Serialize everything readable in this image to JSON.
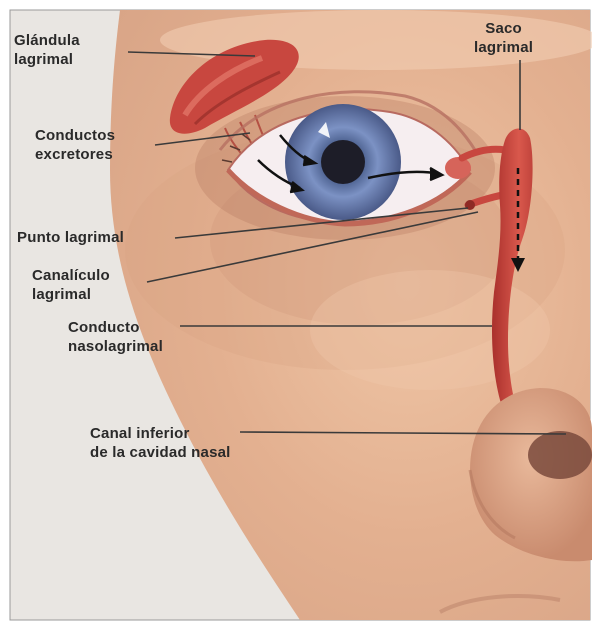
{
  "labels": {
    "glandula": [
      "Glándula",
      "lagrimal"
    ],
    "saco": [
      "Saco",
      "lagrimal"
    ],
    "conductos": [
      "Conductos",
      "excretores"
    ],
    "punto": [
      "Punto lagrimal"
    ],
    "canaliculo": [
      "Canalículo",
      "lagrimal"
    ],
    "nasolagrimal": [
      "Conducto",
      "nasolagrimal"
    ],
    "canal_inferior": [
      "Canal inferior",
      "de la cavidad nasal"
    ]
  },
  "colors": {
    "background": "#e9e6e2",
    "skin": "#e6b596",
    "skin_shadow": "#cf967a",
    "tear_structures": "#c8473f",
    "iris": "#6f86b8",
    "leader_lines": "#3a3a3a",
    "label_text": "#2a2a2a"
  }
}
